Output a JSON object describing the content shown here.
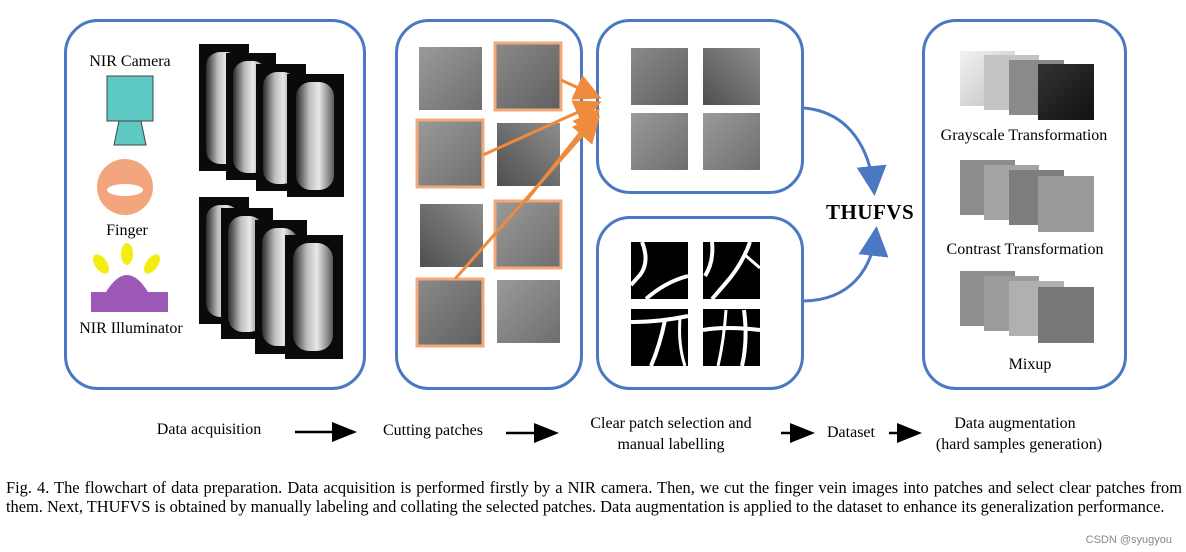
{
  "acquisition_panel": {
    "camera_label": "NIR Camera",
    "finger_label": "Finger",
    "illuminator_label": "NIR Illuminator"
  },
  "dataset_label": "THUFVS",
  "augmentation_panel": {
    "items": [
      "Grayscale Transformation",
      "Contrast Transformation",
      "Mixup"
    ]
  },
  "steps": [
    "Data acquisition",
    "Cutting patches",
    "Clear patch selection and",
    "manual labelling",
    "Dataset",
    "Data augmentation",
    "(hard samples generation)"
  ],
  "caption": "Fig. 4.   The flowchart of data preparation. Data acquisition is performed firstly by a NIR camera. Then, we cut the finger vein images into patches and select clear patches from them. Next, THUFVS is obtained by manually labeling and collating the selected patches. Data augmentation is applied to the dataset to enhance its generalization performance.",
  "watermark": "CSDN @syugyou",
  "colors": {
    "panel_border": "#4a78c2",
    "camera": "#5ec9c3",
    "finger": "#f3a57d",
    "lights": "#f2ee14",
    "illuminator": "#9d59b8",
    "selection": "#f08a3c"
  }
}
